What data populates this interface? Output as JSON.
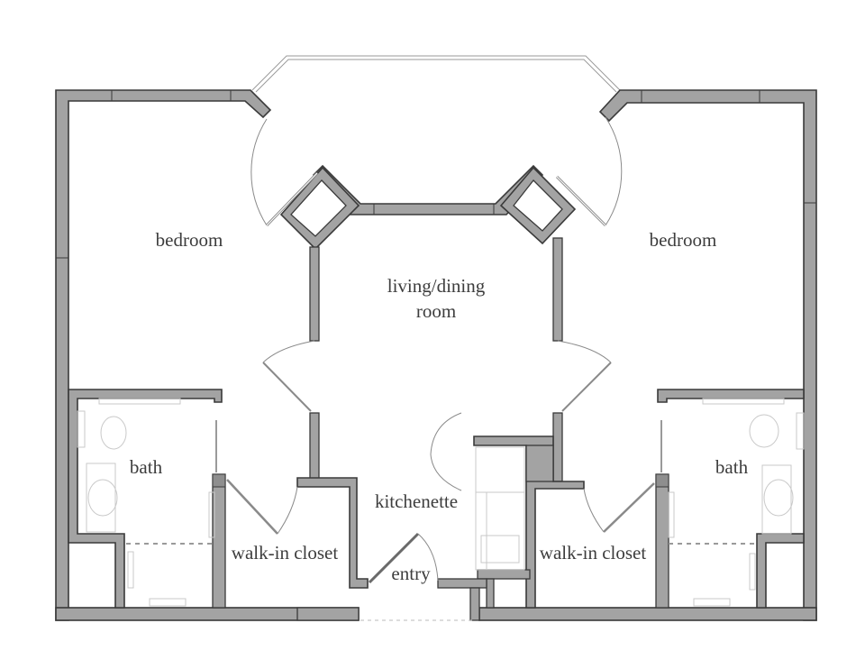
{
  "floor_plan": {
    "rooms": {
      "bedroom_left": "bedroom",
      "bedroom_right": "bedroom",
      "living_line1": "living/dining",
      "living_line2": "room",
      "bath_left": "bath",
      "bath_right": "bath",
      "closet_left": "walk-in closet",
      "closet_right": "walk-in closet",
      "kitchenette": "kitchenette",
      "entry": "entry"
    },
    "colors": {
      "wall_fill": "#a3a3a3",
      "wall_outline": "#3a3a3a",
      "label_text": "#3d3d3d",
      "background": "#ffffff"
    }
  }
}
